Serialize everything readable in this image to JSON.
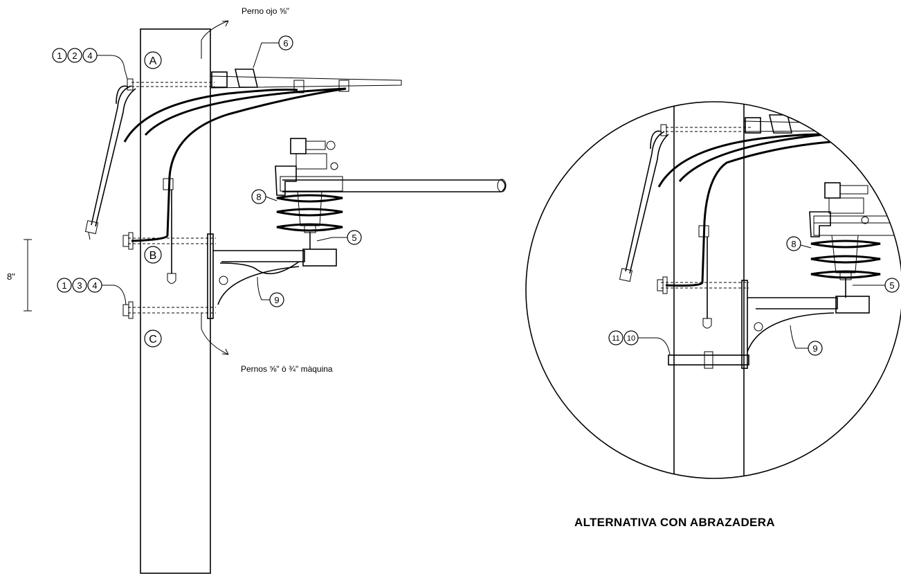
{
  "labels": {
    "perno_ojo": "Perno ojo ⅝\"",
    "pernos_maquina": "Pernos ⅝\" ò ¾\" màquina",
    "dimension_8": "8\"",
    "alternative_title": "ALTERNATIVA CON ABRAZADERA"
  },
  "callouts": {
    "c1": "1",
    "c2": "2",
    "c3": "3",
    "c4": "4",
    "c5": "5",
    "c6": "6",
    "c8": "8",
    "c9": "9",
    "c10": "10",
    "c11": "11",
    "a": "A",
    "b": "B",
    "c": "C"
  }
}
